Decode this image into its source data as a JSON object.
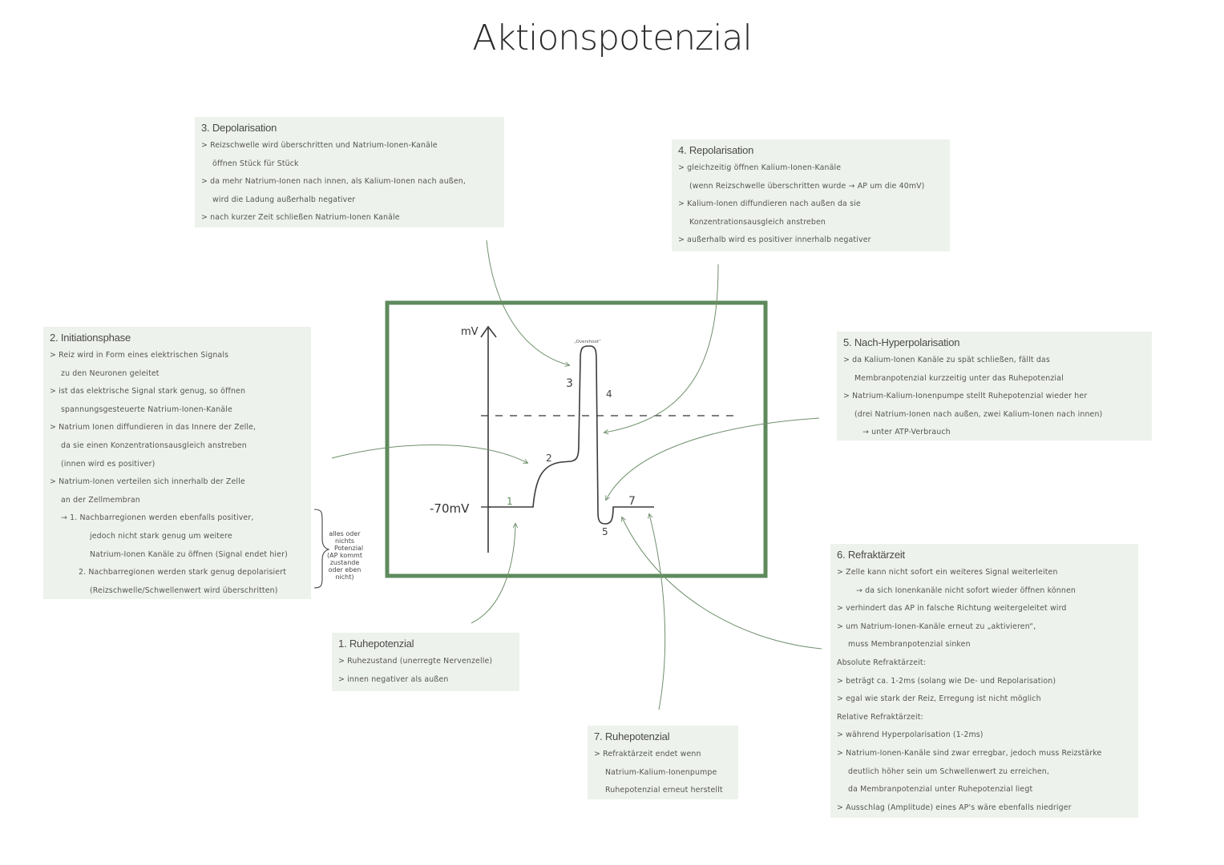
{
  "title": "Aktionspotenzial",
  "boxes": {
    "depolarisation": {
      "heading": "3. Depolarisation",
      "lines": [
        "> Reizschwelle wird überschritten und Natrium-Ionen-Kanäle",
        "öffnen Stück für Stück",
        "> da mehr Natrium-Ionen nach innen, als Kalium-Ionen nach außen,",
        "wird die Ladung außerhalb negativer",
        "> nach kurzer Zeit schließen Natrium-Ionen Kanäle"
      ]
    },
    "repolarisation": {
      "heading": "4. Repolarisation",
      "lines": [
        "> gleichzeitig öffnen Kalium-Ionen-Kanäle",
        "(wenn Reizschwelle überschritten wurde → AP um die 40mV)",
        "> Kalium-Ionen diffundieren nach außen da sie",
        "Konzentrationsausgleich anstreben",
        "> außerhalb wird es positiver innerhalb negativer"
      ]
    },
    "initiation": {
      "heading": "2. Initiationsphase",
      "lines": [
        "> Reiz wird in Form eines elektrischen Signals",
        "zu den Neuronen geleitet",
        "> ist das elektrische Signal stark genug, so öffnen",
        "spannungsgesteuerte Natrium-Ionen-Kanäle",
        "> Natrium Ionen diffundieren in das Innere der Zelle,",
        "da sie einen Konzentrationsausgleich anstreben",
        "(innen wird es positiver)",
        "> Natrium-Ionen verteilen sich innerhalb der Zelle",
        "an der Zellmembran",
        "→ 1. Nachbarregionen werden ebenfalls positiver,",
        "jedoch nicht stark genug um weitere",
        "Natrium-Ionen Kanäle zu öffnen (Signal endet hier)",
        "2. Nachbarregionen werden stark genug depolarisiert",
        "(Reizschwelle/Schwellenwert wird überschritten)"
      ]
    },
    "hyperpolarisation": {
      "heading": "5. Nach-Hyperpolarisation",
      "lines": [
        "> da Kalium-Ionen Kanäle zu spät schließen, fällt das",
        "Membranpotenzial kurzzeitig unter das Ruhepotenzial",
        "> Natrium-Kalium-Ionenpumpe stellt Ruhepotenzial wieder her",
        "(drei Natrium-Ionen nach außen, zwei Kalium-Ionen nach innen)",
        "→ unter ATP-Verbrauch"
      ]
    },
    "ruhepotenzial": {
      "heading": "1. Ruhepotenzial",
      "lines": [
        "> Ruhezustand (unerregte Nervenzelle)",
        "> innen negativer als außen"
      ]
    },
    "ruhepotenzial7": {
      "heading": "7. Ruhepotenzial",
      "lines": [
        "> Refraktärzeit endet wenn",
        "Natrium-Kalium-Ionenpumpe",
        "Ruhepotenzial erneut herstellt"
      ]
    },
    "refraktaer": {
      "heading": "6. Refraktärzeit",
      "lines": [
        "> Zelle kann nicht sofort ein weiteres Signal weiterleiten",
        "→ da sich Ionenkanäle nicht sofort wieder öffnen können",
        "> verhindert das AP in falsche Richtung weitergeleitet wird",
        "> um Natrium-Ionen-Kanäle erneut zu „aktivieren“,",
        "muss Membranpotenzial sinken",
        "Absolute Refraktärzeit:",
        "> beträgt ca. 1-2ms (solang wie De- und Repolarisation)",
        "> egal wie stark der Reiz, Erregung ist nicht möglich",
        "Relative Refraktärzeit:",
        "> während Hyperpolarisation (1-2ms)",
        "> Natrium-Ionen-Kanäle sind zwar erregbar, jedoch muss Reizstärke",
        "deutlich höher sein um Schwellenwert zu erreichen,",
        "da Membranpotenzial unter Ruhepotenzial liegt",
        "> Ausschlag (Amplitude) eines AP's wäre ebenfalls niedriger"
      ]
    }
  },
  "brace_note": [
    "alles oder",
    "nichts",
    "Potenzial",
    "(AP kommt",
    "zustande",
    "oder eben",
    "nicht)"
  ],
  "graph": {
    "y_axis_label": "mV",
    "resting_label": "-70mV",
    "overshoot_label": "„Overshoot“",
    "phase_numbers": [
      "1",
      "2",
      "3",
      "4",
      "5",
      "7"
    ]
  },
  "colors": {
    "frame": "#5e8a5c",
    "box_bg": "#eef2ec",
    "ink": "#3d3d3d",
    "arrow": "#6f8f6c"
  }
}
